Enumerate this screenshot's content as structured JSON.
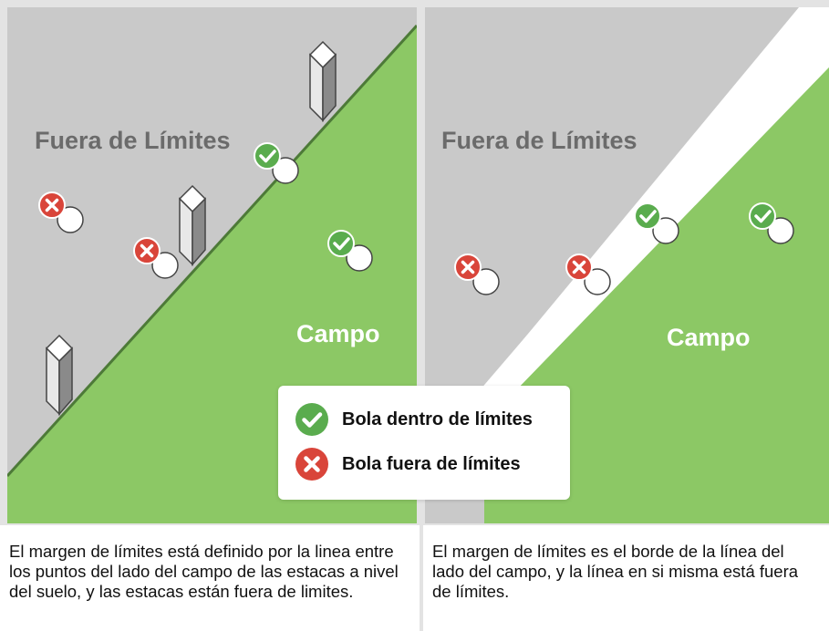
{
  "left_panel": {
    "out_of_bounds_label": "Fuera de Límites",
    "field_label": "Campo",
    "caption": "El margen de límites está definido por la linea entre los puntos del lado del campo de las estacas a nivel del suelo, y las estacas están fuera de limites."
  },
  "right_panel": {
    "out_of_bounds_label": "Fuera de Límites",
    "field_label": "Campo",
    "caption": "El margen de límites es el borde de la línea del lado del campo, y la línea en si misma está fuera de límites."
  },
  "legend": {
    "in_bounds": "Bola dentro de límites",
    "out_of_bounds": "Bola fuera de límites"
  },
  "colors": {
    "field_green": "#8cc865",
    "out_of_bounds_gray": "#c9c9c9",
    "in_bounds_check": "#5aac4e",
    "out_of_bounds_cross": "#d9453a"
  },
  "icons": {
    "in_bounds": "check-icon",
    "out_of_bounds": "cross-icon",
    "ball": "golf-ball-icon",
    "stake": "boundary-stake-icon"
  }
}
